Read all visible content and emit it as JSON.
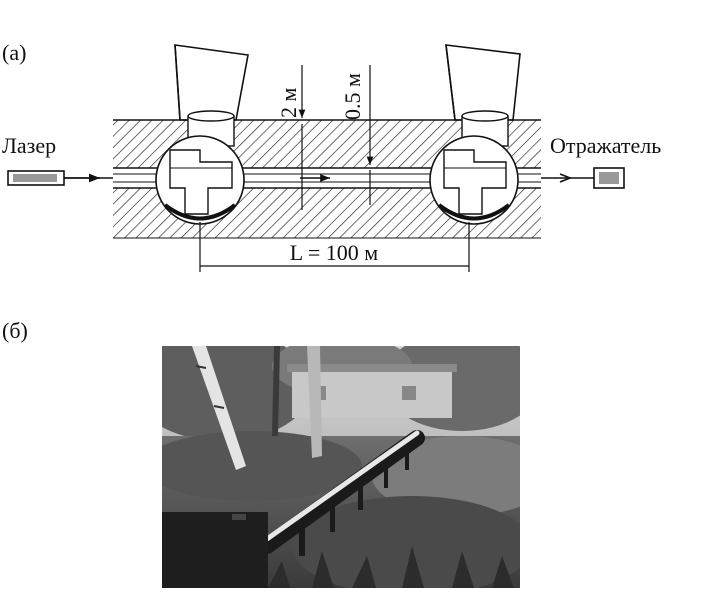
{
  "panel_a": {
    "label": "(а)",
    "laser_label": "Лазер",
    "reflector_label": "Отражатель",
    "depth_label": "2 м",
    "pipe_depth_label": "0.5 м",
    "length_label": "L = 100 м"
  },
  "panel_b": {
    "label": "(б)"
  }
}
